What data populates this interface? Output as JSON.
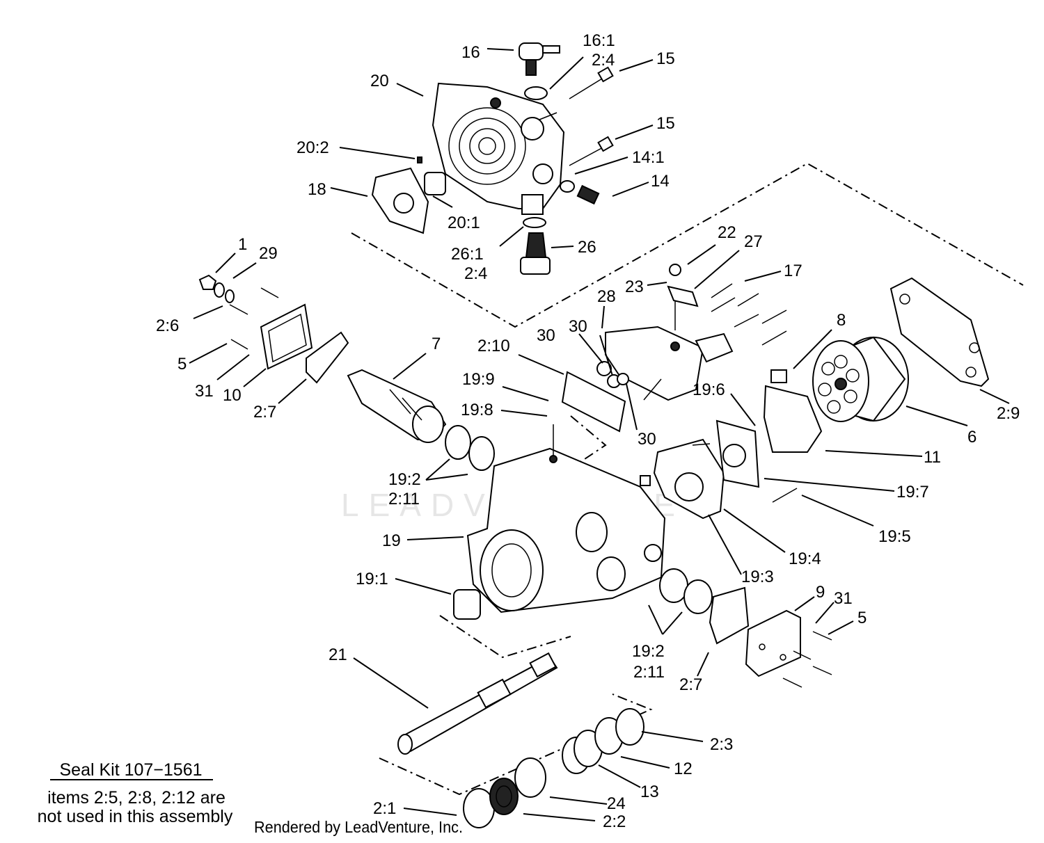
{
  "watermark": "LEADVENTURE",
  "seal_kit": {
    "title": "Seal Kit 107−1561",
    "line1": "items 2:5, 2:8, 2:12 are",
    "line2": "not used in this assembly"
  },
  "credit": "Rendered by LeadVenture, Inc.",
  "callouts": [
    {
      "id": "16",
      "text": "16"
    },
    {
      "id": "16-1",
      "text": "16:1"
    },
    {
      "id": "2-4-top",
      "text": "2:4"
    },
    {
      "id": "15-top",
      "text": "15"
    },
    {
      "id": "20",
      "text": "20"
    },
    {
      "id": "15-mid",
      "text": "15"
    },
    {
      "id": "20-2",
      "text": "20:2"
    },
    {
      "id": "14-1",
      "text": "14:1"
    },
    {
      "id": "18",
      "text": "18"
    },
    {
      "id": "14",
      "text": "14"
    },
    {
      "id": "20-1",
      "text": "20:1"
    },
    {
      "id": "26",
      "text": "26"
    },
    {
      "id": "26-1",
      "text": "26:1"
    },
    {
      "id": "2-4-mid",
      "text": "2:4"
    },
    {
      "id": "22",
      "text": "22"
    },
    {
      "id": "27",
      "text": "27"
    },
    {
      "id": "1",
      "text": "1"
    },
    {
      "id": "29",
      "text": "29"
    },
    {
      "id": "17",
      "text": "17"
    },
    {
      "id": "23",
      "text": "23"
    },
    {
      "id": "28",
      "text": "28"
    },
    {
      "id": "2-6",
      "text": "2:6"
    },
    {
      "id": "8",
      "text": "8"
    },
    {
      "id": "30-a",
      "text": "30"
    },
    {
      "id": "30-b",
      "text": "30"
    },
    {
      "id": "7",
      "text": "7"
    },
    {
      "id": "2-10",
      "text": "2:10"
    },
    {
      "id": "5-left",
      "text": "5"
    },
    {
      "id": "19-9",
      "text": "19:9"
    },
    {
      "id": "19-6",
      "text": "19:6"
    },
    {
      "id": "31-left",
      "text": "31"
    },
    {
      "id": "10",
      "text": "10"
    },
    {
      "id": "2-9",
      "text": "2:9"
    },
    {
      "id": "2-7-left",
      "text": "2:7"
    },
    {
      "id": "19-8",
      "text": "19:8"
    },
    {
      "id": "6",
      "text": "6"
    },
    {
      "id": "30-c",
      "text": "30"
    },
    {
      "id": "11",
      "text": "11"
    },
    {
      "id": "19-2-top",
      "text": "19:2"
    },
    {
      "id": "2-11-top",
      "text": "2:11"
    },
    {
      "id": "19-7",
      "text": "19:7"
    },
    {
      "id": "19-5",
      "text": "19:5"
    },
    {
      "id": "19",
      "text": "19"
    },
    {
      "id": "19-4",
      "text": "19:4"
    },
    {
      "id": "19-3",
      "text": "19:3"
    },
    {
      "id": "19-1",
      "text": "19:1"
    },
    {
      "id": "9",
      "text": "9"
    },
    {
      "id": "31-right",
      "text": "31"
    },
    {
      "id": "5-right",
      "text": "5"
    },
    {
      "id": "19-2-bot",
      "text": "19:2"
    },
    {
      "id": "2-11-bot",
      "text": "2:11"
    },
    {
      "id": "21",
      "text": "21"
    },
    {
      "id": "2-7-right",
      "text": "2:7"
    },
    {
      "id": "2-3",
      "text": "2:3"
    },
    {
      "id": "12",
      "text": "12"
    },
    {
      "id": "13",
      "text": "13"
    },
    {
      "id": "24",
      "text": "24"
    },
    {
      "id": "2-1",
      "text": "2:1"
    },
    {
      "id": "2-2",
      "text": "2:2"
    }
  ]
}
